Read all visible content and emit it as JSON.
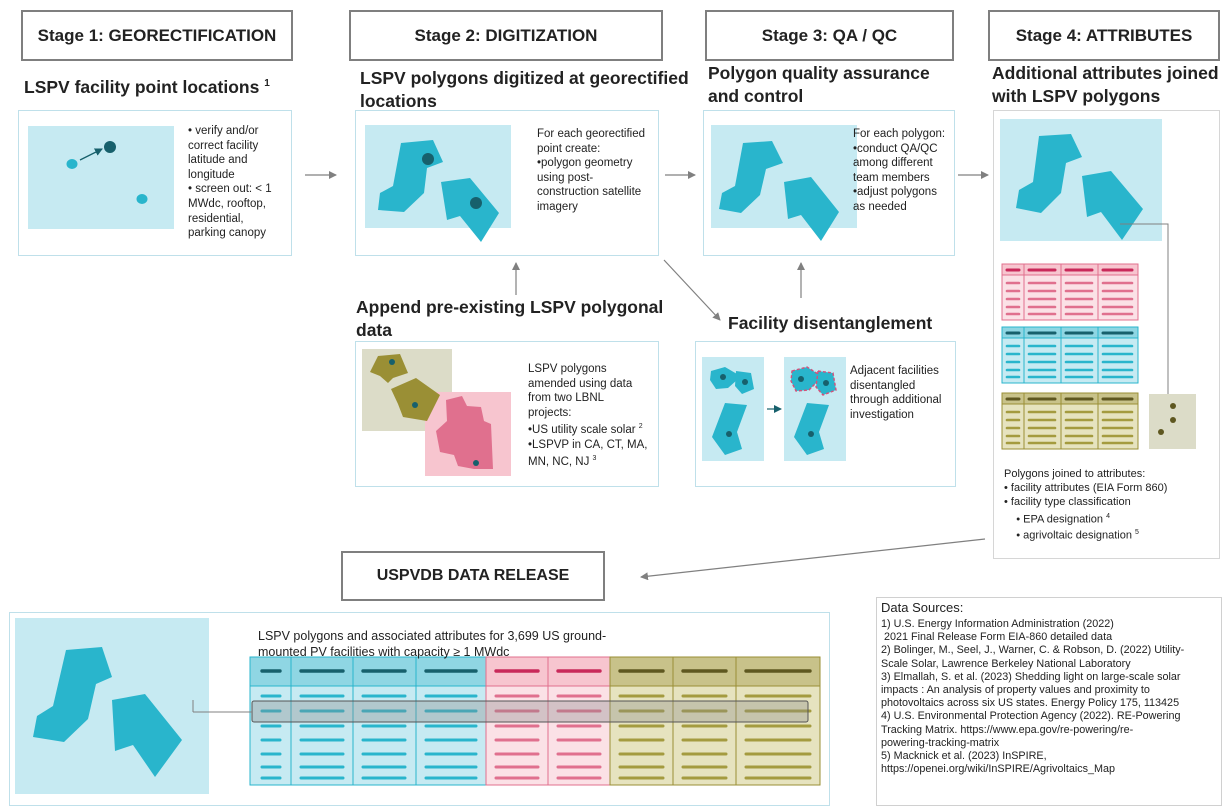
{
  "stages": [
    {
      "title": "Stage 1: GEORECTIFICATION",
      "subtitle": "LSPV facility point locations",
      "sup": "1"
    },
    {
      "title": "Stage 2: DIGITIZATION",
      "subtitle_lines": [
        "LSPV polygons digitized at georectified",
        "locations"
      ]
    },
    {
      "title": "Stage 3: QA / QC",
      "subtitle_lines": [
        "Polygon quality assurance",
        "and control"
      ]
    },
    {
      "title": "Stage 4: ATTRIBUTES",
      "subtitle_lines": [
        "Additional attributes joined",
        "with LSPV polygons"
      ]
    }
  ],
  "stage1_text": [
    "•  verify and/or",
    "correct facility",
    "latitude and",
    "longitude",
    "• screen out: < 1",
    "MWdc, rooftop,",
    "residential,",
    "parking canopy"
  ],
  "stage2_text": [
    "For each georectified",
    "point create:",
    "•polygon geometry",
    "using post-",
    "construction satellite",
    "imagery"
  ],
  "stage3_text": [
    "For each polygon:",
    "•conduct QA/QC",
    "among different",
    "team members",
    "•adjust polygons",
    "as needed"
  ],
  "append": {
    "title_lines": [
      "Append pre-existing LSPV polygonal",
      "data"
    ],
    "text": [
      "LSPV polygons",
      "amended  using data",
      "from two LBNL",
      "projects:",
      "•US utility scale solar",
      "•LSPVP in CA, CT, MA,",
      "MN, NC, NJ"
    ],
    "sup2": "2",
    "sup3": "3"
  },
  "disentangle": {
    "title": "Facility disentanglement",
    "text": [
      "Adjacent facilities",
      "disentangled",
      "through additional",
      "investigation"
    ]
  },
  "stage4_text": {
    "lines": [
      "Polygons joined to attributes:",
      "• facility attributes (EIA Form 860)",
      "• facility type classification",
      "    • EPA designation",
      "    • agrivoltaic designation"
    ],
    "sup4": "4",
    "sup5": "5"
  },
  "release": {
    "title": "USPVDB DATA RELEASE",
    "text": [
      "LSPV polygons and associated attributes for 3,699 US ground-",
      "mounted PV facilities with capacity ≥ 1 MWdc"
    ]
  },
  "sources": {
    "title": "Data Sources:",
    "lines": [
      "1) U.S. Energy Information Administration (2022)",
      " 2021 Final Release Form EIA-860 detailed data",
      "2) Bolinger, M., Seel, J., Warner, C. & Robson, D. (2022) Utility-",
      "Scale Solar, Lawrence Berkeley National Laboratory",
      "3) Elmallah, S. et al. (2023) Shedding light on large-scale solar",
      "impacts : An analysis of property values and proximity to",
      "photovoltaics across six US states. Energy Policy 175, 113425",
      "4) U.S. Environmental Protection Agency (2022). RE-Powering",
      "Tracking Matrix. https://www.epa.gov/re-powering/re-",
      "powering-tracking-matrix",
      "5) Macknick et al. (2023) InSPIRE,",
      "https://openei.org/wiki/InSPIRE/Agrivoltaics_Map"
    ]
  },
  "colors": {
    "light_blue": "#c6eaf2",
    "poly_blue": "#29b5cc",
    "dark_teal": "#17606c",
    "olive": "#9a8f35",
    "pink": "#f7c5cf",
    "pink_dark": "#e0708e",
    "olive_light": "#d8d5a6",
    "gray_bg": "#dcdcc8",
    "arrow": "#808080"
  }
}
